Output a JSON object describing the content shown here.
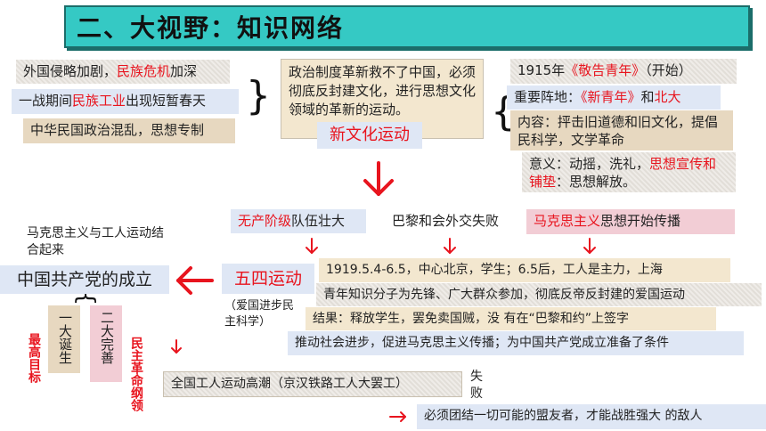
{
  "title": "二、大视野：知识网络",
  "causes": [
    {
      "pre": "外国侵略加剧，",
      "hl": "民族危机",
      "post": "加深"
    },
    {
      "pre": "一战期间",
      "hl": "民族工业",
      "post": "出现短暂春天"
    },
    {
      "pre": "中华民国政治混乱，思想专制",
      "hl": "",
      "post": ""
    }
  ],
  "center_text": "政治制度革新救不了中国，必须彻底反封建文化，进行思想文化领域的革新的运动。",
  "new_culture_label": "新文化运动",
  "details": {
    "line1_pre": "1915年",
    "line1_hl": "《敬告青年》",
    "line1_post": "（开始）",
    "line2_pre": "重要阵地：",
    "line2_hl1": "《新青年》",
    "line2_mid": "和",
    "line2_hl2": "北大",
    "line3": "内容：抨击旧道德和旧文化，提倡民科学，文学革命",
    "line4_pre": "意义：动摇，洗礼，",
    "line4_hl": "思想宣传和铺垫",
    "line4_post": "：思想解放。"
  },
  "may4_causes": {
    "left_hl": "无产阶级",
    "left_post": "队伍壮大",
    "middle": "巴黎和会外交失败",
    "right_hl": "马克思主义",
    "right_post": "思想开始传播"
  },
  "marx_union": "马克思主义与工人运动结合起来",
  "party_founding": "中国共产党的成立",
  "may4_label": "五四运动",
  "may4_note": "（爱国进步民主科学）",
  "may4_details": [
    "1919.5.4-6.5，中心北京，学生；6.5后，工人是主力，上海",
    "青年知识分子为先锋、广大群众参加，彻底反帝反封建的爱国运动",
    "结果：释放学生，罢免卖国贼，没 有在“巴黎和约”上签字",
    "推动社会进步，促进马克思主义传播；为中国共产党成立准备了条件"
  ],
  "party_items": [
    "一大诞生",
    "二大完善"
  ],
  "top_goal": "最高目标",
  "democratic_program": "民主革命纲领",
  "labor_movement": "全国工人运动高潮（京汉铁路工人大罢工）",
  "failure": "失败",
  "lesson": "必须团结一切可能的盟友者，才能战胜强大 的敌人",
  "colors": {
    "accent_red": "#e8141e",
    "title_bg": "#35c9c4"
  }
}
